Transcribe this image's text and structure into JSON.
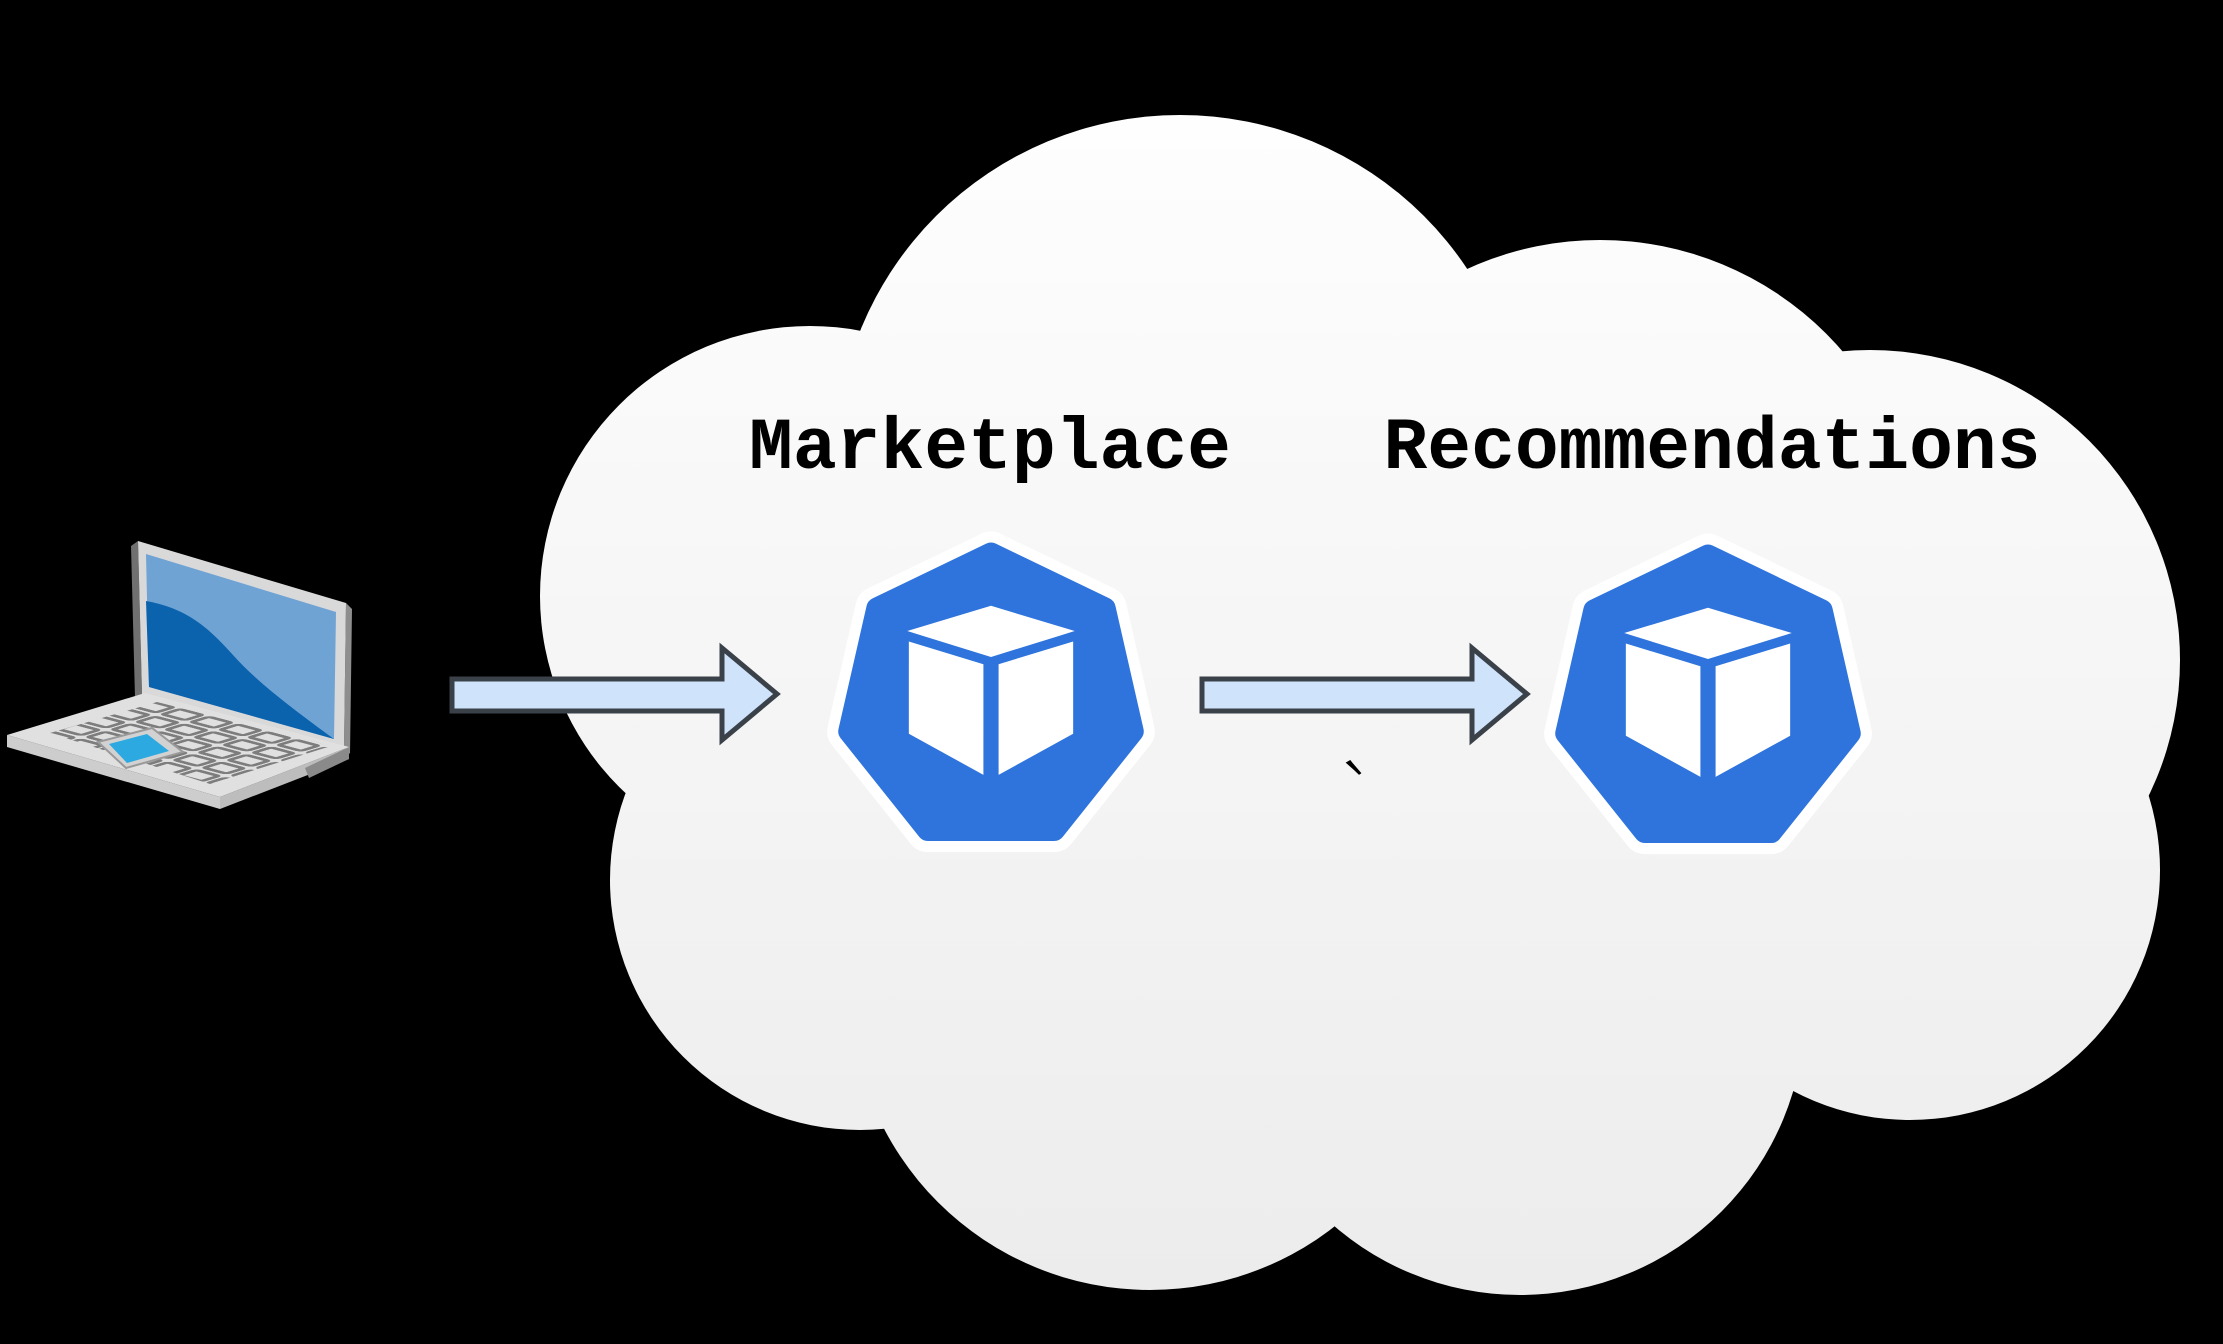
{
  "diagram": {
    "kind": "architecture-flow",
    "nodes": [
      {
        "id": "client",
        "icon": "laptop-icon",
        "label": ""
      },
      {
        "id": "marketplace",
        "icon": "heptagon-cube-icon",
        "label": "Marketplace"
      },
      {
        "id": "recommendations",
        "icon": "heptagon-cube-icon",
        "label": "Recommendations"
      }
    ],
    "edges": [
      {
        "from": "client",
        "to": "marketplace"
      },
      {
        "from": "marketplace",
        "to": "recommendations"
      }
    ]
  },
  "labels": {
    "marketplace": "Marketplace",
    "recommendations": "Recommendations"
  },
  "colors": {
    "background": "#000000",
    "cloud_top": "#FEFEFE",
    "cloud_bottom": "#ECECEC",
    "icon_blue": "#2E74DC",
    "icon_white": "#FFFFFF",
    "arrow_fill": "#CFE3FB",
    "arrow_stroke": "#3A4149",
    "label_text": "#000000",
    "screen_light": "#6FA3D4",
    "screen_dark": "#0B62AD",
    "laptop_body": "#E0E0E0",
    "laptop_lid": "#D9D9D9",
    "laptop_side": "#C0C0C0",
    "laptop_keys": "#7D7D7D",
    "touchpad": "#2BA9E0"
  }
}
